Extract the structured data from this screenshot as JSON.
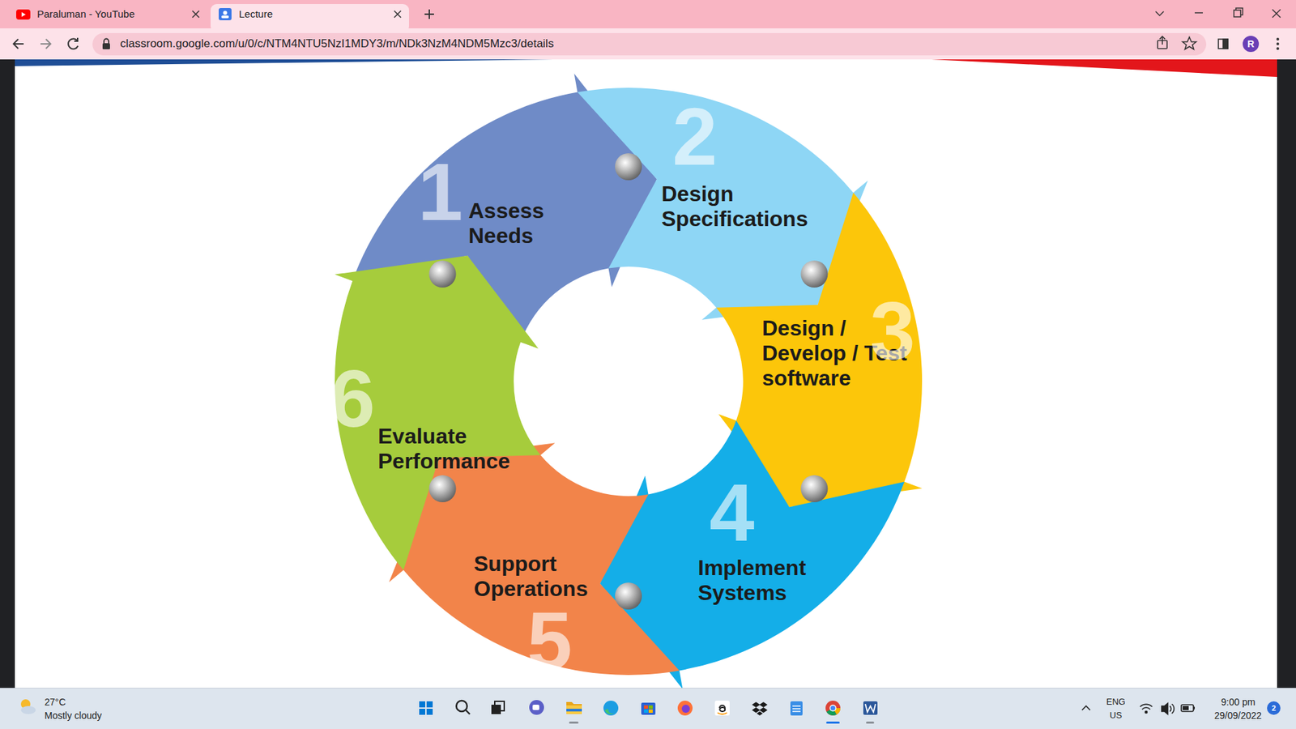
{
  "diagram": {
    "nodes": [
      {
        "text": [
          "Assess Needs"
        ]
      },
      {
        "text": [
          "Design Specifications"
        ]
      },
      {
        "text": [
          "Design / Develop / Test software"
        ]
      },
      {
        "text": [
          "Implement Systems"
        ]
      },
      {
        "text": [
          "Support Operations"
        ]
      },
      {
        "text": [
          "Evaluate Performance"
        ]
      }
    ],
    "labels": [
      "Paraluman - YouTube",
      "Lecture",
      "classroom.google.com/u/0/c/NTM4NTU5NzI1MDY3/m/NDk3NzM4NDM5Mzc3/details",
      "R",
      "1",
      "2",
      "3",
      "4",
      "5",
      "6",
      "27°C",
      "Mostly cloudy",
      "ENG",
      "US",
      "9:00 pm",
      "29/09/2022",
      "2"
    ]
  }
}
